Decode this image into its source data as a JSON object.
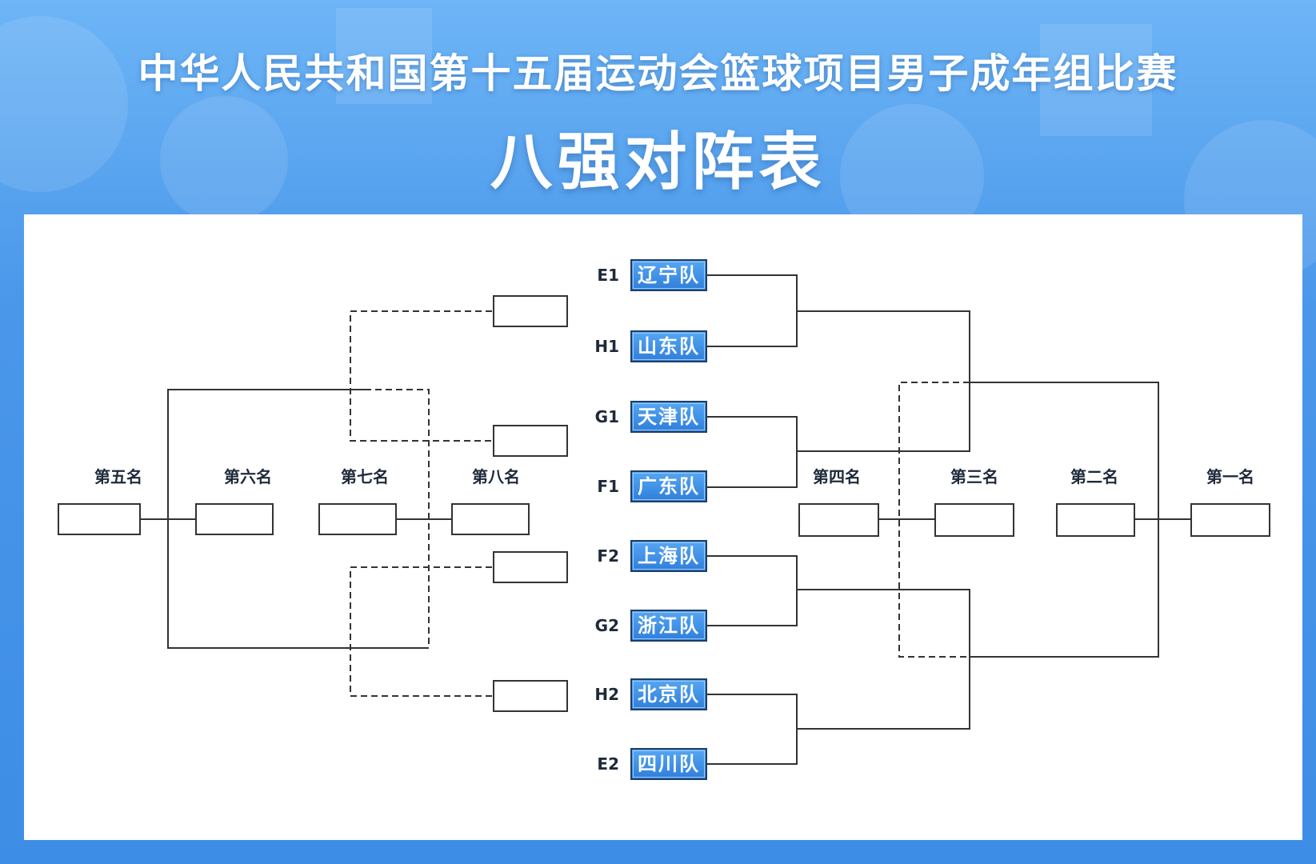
{
  "header": {
    "title": "中华人民共和国第十五届运动会篮球项目男子成年组比赛",
    "subtitle": "八强对阵表"
  },
  "teams": [
    {
      "seed": "E1",
      "name": "辽宁队"
    },
    {
      "seed": "H1",
      "name": "山东队"
    },
    {
      "seed": "G1",
      "name": "天津队"
    },
    {
      "seed": "F1",
      "name": "广东队"
    },
    {
      "seed": "F2",
      "name": "上海队"
    },
    {
      "seed": "G2",
      "name": "浙江队"
    },
    {
      "seed": "H2",
      "name": "北京队"
    },
    {
      "seed": "E2",
      "name": "四川队"
    }
  ],
  "placements": [
    {
      "id": "5",
      "label": "第五名"
    },
    {
      "id": "6",
      "label": "第六名"
    },
    {
      "id": "7",
      "label": "第七名"
    },
    {
      "id": "8",
      "label": "第八名"
    },
    {
      "id": "4",
      "label": "第四名"
    },
    {
      "id": "3",
      "label": "第三名"
    },
    {
      "id": "2",
      "label": "第二名"
    },
    {
      "id": "1",
      "label": "第一名"
    }
  ],
  "colors": {
    "background": "#4a97ea",
    "team_box": "#3a8ae3",
    "team_border": "#1e3f66",
    "line": "#333333"
  }
}
